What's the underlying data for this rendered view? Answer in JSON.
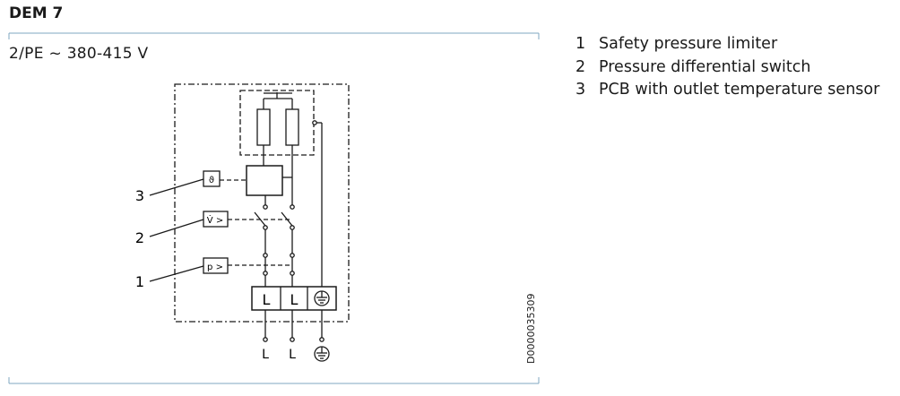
{
  "title": "DEM 7",
  "supply": "2/PE ~ 380-415 V",
  "legend": [
    {
      "num": "1",
      "text": "Safety pressure limiter"
    },
    {
      "num": "2",
      "text": "Pressure differential switch"
    },
    {
      "num": "3",
      "text": "PCB with outlet temperature sensor"
    }
  ],
  "callouts": {
    "c1": "1",
    "c2": "2",
    "c3": "3"
  },
  "components": {
    "temp": "ϑ",
    "flow": "V̇ >",
    "pressure": "p >",
    "term_l1": "L",
    "term_l2": "L",
    "out_l1": "L",
    "out_l2": "L"
  },
  "doc_id": "D0000035309",
  "colors": {
    "frame": "#7fa7c0",
    "line": "#1a1a1a"
  },
  "icons": {
    "terminal_pe": "earth-ground-icon",
    "output_pe": "earth-ground-icon"
  }
}
